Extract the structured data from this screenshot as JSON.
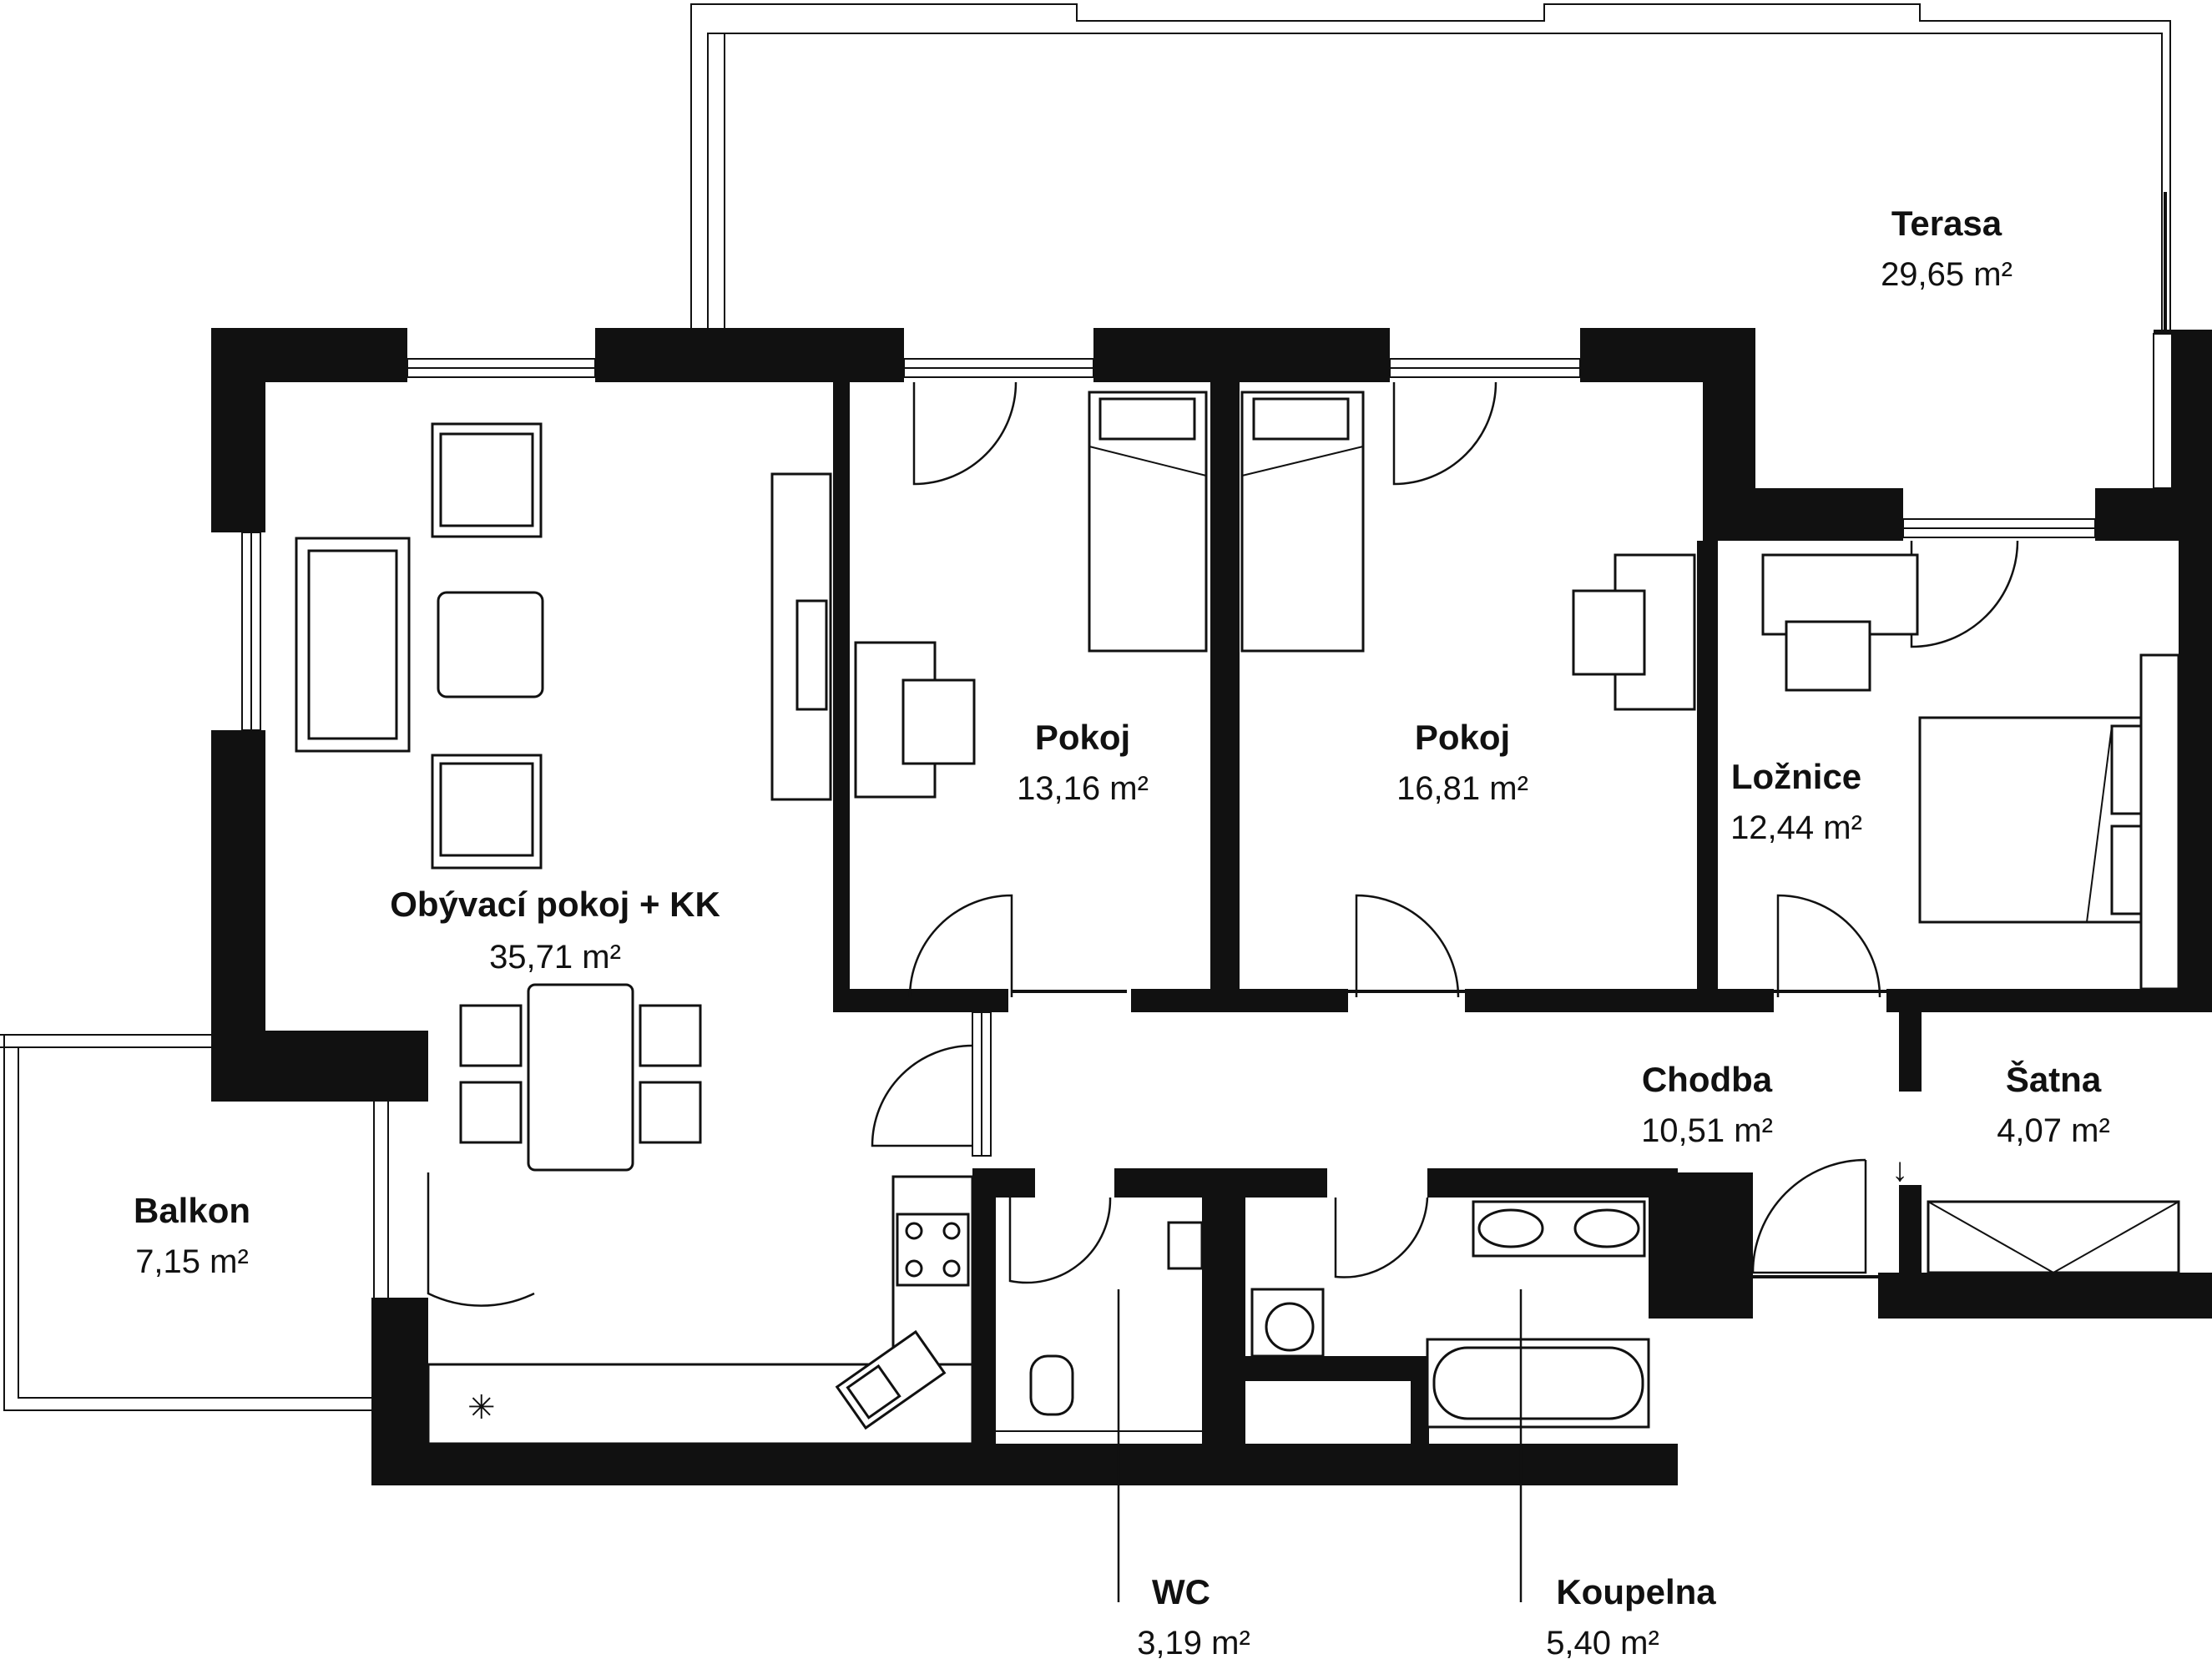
{
  "rooms": {
    "terasa": {
      "name": "Terasa",
      "area": "29,65 m²"
    },
    "obyvaci": {
      "name": "Obývací pokoj + KK",
      "area": "35,71 m²"
    },
    "pokoj1": {
      "name": "Pokoj",
      "area": "13,16 m²"
    },
    "pokoj2": {
      "name": "Pokoj",
      "area": "16,81 m²"
    },
    "loznice": {
      "name": "Ložnice",
      "area": "12,44 m²"
    },
    "balkon": {
      "name": "Balkon",
      "area": "7,15 m²"
    },
    "chodba": {
      "name": "Chodba",
      "area": "10,51 m²"
    },
    "satna": {
      "name": "Šatna",
      "area": "4,07 m²"
    },
    "wc": {
      "name": "WC",
      "area": "3,19 m²"
    },
    "koupelna": {
      "name": "Koupelna",
      "area": "5,40 m²"
    }
  },
  "symbols": {
    "freezer_mark": "✳",
    "door_arrow": "↓"
  }
}
